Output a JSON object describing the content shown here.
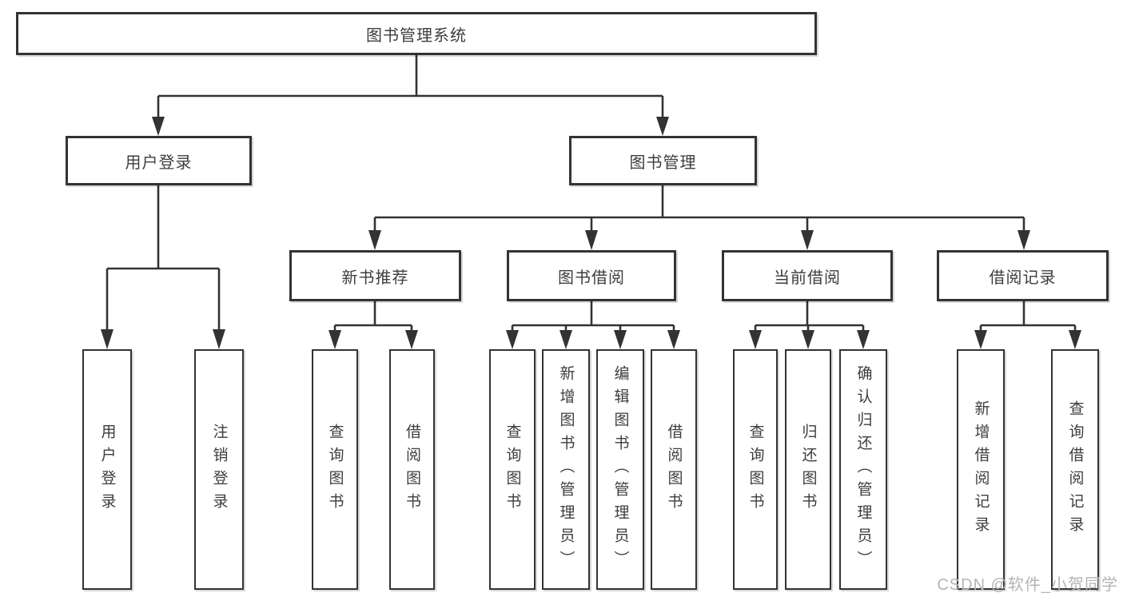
{
  "nodes": {
    "root": "图书管理系统",
    "user_login": "用户登录",
    "book_management": "图书管理",
    "new_book_recommend": "新书推荐",
    "book_borrow": "图书借阅",
    "current_borrow": "当前借阅",
    "borrow_record": "借阅记录",
    "leaf_user_login": "用户登录",
    "leaf_logout": "注销登录",
    "leaf_nbr_query_book": "查询图书",
    "leaf_nbr_borrow_book": "借阅图书",
    "leaf_bb_query_book": "查询图书",
    "leaf_bb_add_book": "新增图书（管理员）",
    "leaf_bb_edit_book": "编辑图书（管理员）",
    "leaf_bb_borrow_book": "借阅图书",
    "leaf_cb_query_book": "查询图书",
    "leaf_cb_return_book": "归还图书",
    "leaf_cb_confirm_return": "确认归还（管理员）",
    "leaf_br_add_record": "新增借阅记录",
    "leaf_br_query_record": "查询借阅记录"
  },
  "watermark": "CSDN @软件_小贺同学",
  "colors": {
    "line": "#333333",
    "box_border": "#333333",
    "text": "#3d3d3d",
    "watermark": "#b4b4b4",
    "background": "#ffffff"
  }
}
